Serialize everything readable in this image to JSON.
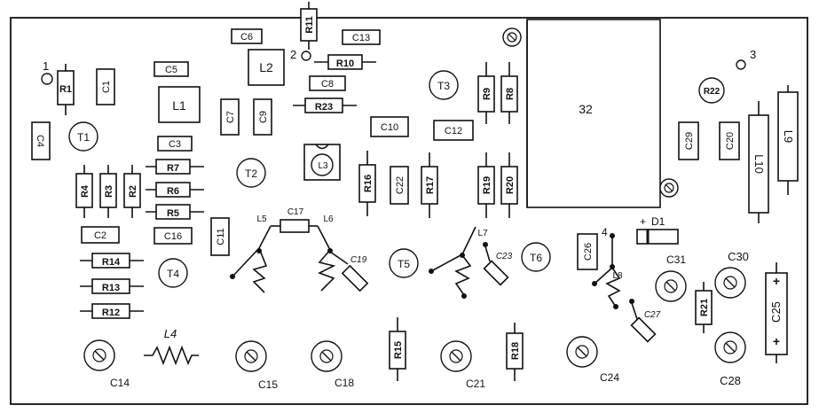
{
  "board": {
    "test_points": [
      "1",
      "2",
      "3"
    ],
    "resistors_vertical": [
      "R1",
      "R4",
      "R3",
      "R2",
      "R11",
      "R9",
      "R8",
      "R16",
      "R17",
      "R19",
      "R20",
      "R15",
      "R18",
      "R21"
    ],
    "resistors_horizontal": [
      "R10",
      "R23",
      "R7",
      "R6",
      "R5",
      "R14",
      "R13",
      "R12"
    ],
    "capacitors_vertical": [
      "C1",
      "C4",
      "C7",
      "C9",
      "C22",
      "C11",
      "C26",
      "C29",
      "C20",
      "C25"
    ],
    "capacitors_horizontal": [
      "C6",
      "C13",
      "C5",
      "C8",
      "C3",
      "C10",
      "C12",
      "C2",
      "C16"
    ],
    "inductor_boxes": [
      "L1",
      "L2"
    ],
    "inductors_vertical": [
      "L10",
      "L9"
    ],
    "inductor_l3": "L3",
    "transistors": [
      "T1",
      "T2",
      "T3",
      "T4",
      "T5",
      "T6"
    ],
    "r22": "R22",
    "module": "32",
    "diode": "D1",
    "diode_plus": "+",
    "c25_plus": "+",
    "trimmers": {
      "c14": "C14",
      "c15": "C15",
      "c18": "C18",
      "c21": "C21",
      "c24": "C24",
      "c31": "C31",
      "c30": "C30",
      "c28": "C28"
    },
    "coil_labels": {
      "l4": "L4",
      "l5": "L5",
      "l6": "L6",
      "l7": "L7",
      "l8": "L8",
      "c17": "C17"
    },
    "probe_caps": {
      "c19": "C19",
      "c23": "C23",
      "c27": "C27"
    },
    "tp4": "4"
  }
}
